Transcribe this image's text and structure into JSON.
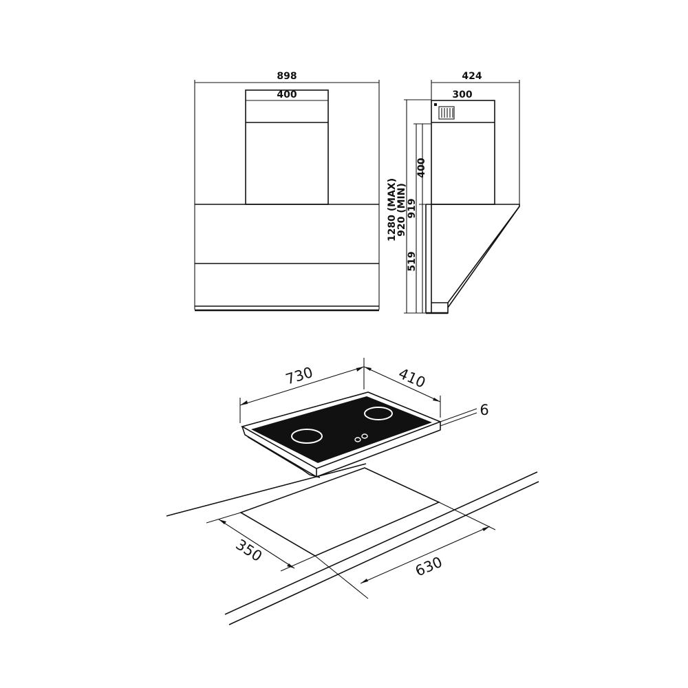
{
  "hood": {
    "front": {
      "overall_width": "898",
      "chimney_width": "400"
    },
    "side": {
      "overall_depth": "424",
      "chimney_depth": "300",
      "height_range_max": "1280 (MAX)",
      "height_range_min": "920 (MIN)",
      "chimney_height": "400",
      "body_height": "919",
      "canopy_height": "519"
    }
  },
  "hob": {
    "width": "730",
    "depth": "410",
    "thickness": "6",
    "cutout_depth": "350",
    "cutout_width": "630"
  },
  "colors": {
    "line": "#111111",
    "glass": "#111111",
    "background": "#ffffff"
  }
}
